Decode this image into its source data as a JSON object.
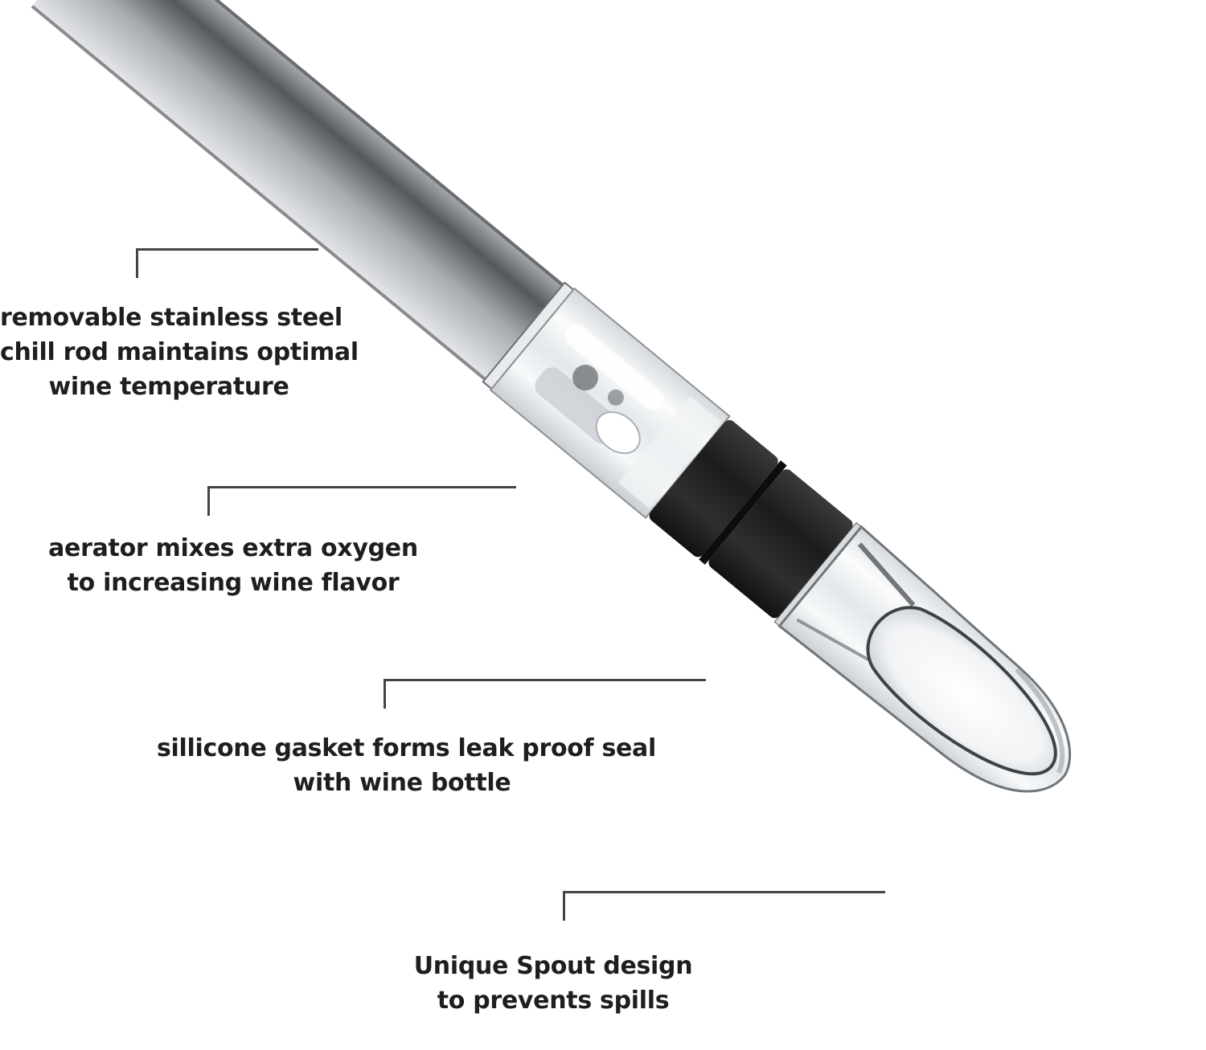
{
  "product": {
    "icon": "wine-aerator-chill-rod-icon",
    "colors": {
      "steel": "#b9bcc0",
      "steel_highlight": "#f4f5f6",
      "steel_shadow": "#4a4d52",
      "acrylic": "#eef1f3",
      "gasket": "#2a2a2a",
      "text": "#1e1e1e",
      "rule": "#444444"
    }
  },
  "callouts": [
    {
      "lines": [
        "removable stainless steel",
        "chill rod maintains optimal",
        "wine temperature"
      ]
    },
    {
      "lines": [
        "aerator mixes extra oxygen",
        "to increasing wine flavor"
      ]
    },
    {
      "lines": [
        "sillicone gasket forms leak proof seal",
        "with wine bottle"
      ]
    },
    {
      "lines": [
        "Unique Spout design",
        "to prevents spills"
      ]
    }
  ]
}
